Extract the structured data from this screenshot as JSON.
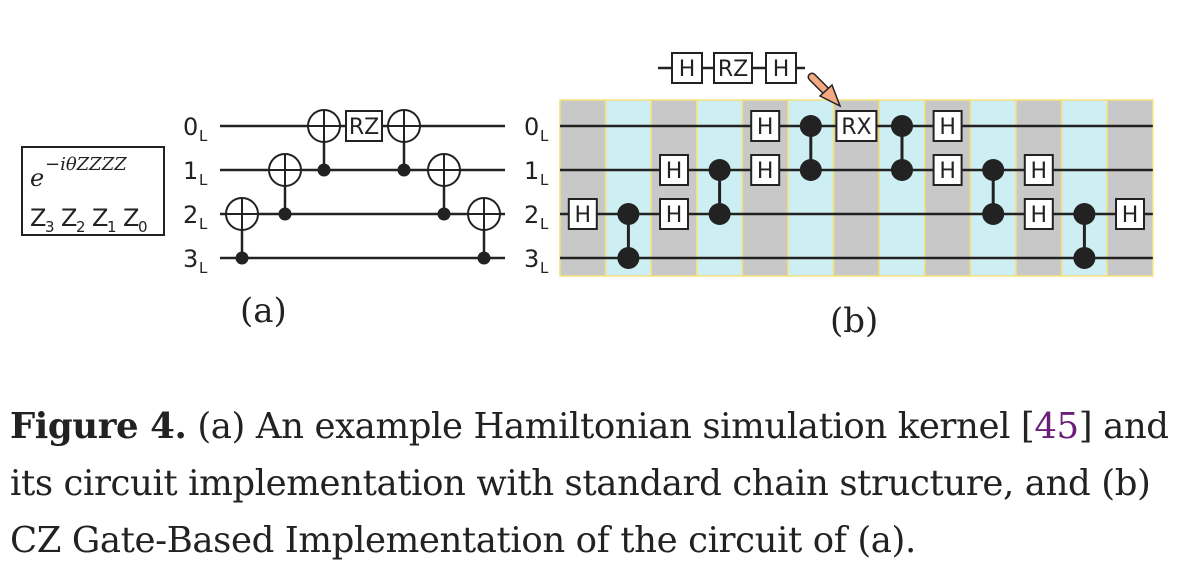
{
  "figure": {
    "formula": {
      "exp_base": "e",
      "exp_power": "−iθZZZZ",
      "pauli_letters": [
        "Z",
        "Z",
        "Z",
        "Z"
      ],
      "pauli_indices": [
        "3",
        "2",
        "1",
        "0"
      ]
    },
    "panel_a": {
      "label": "(a)",
      "qubits": [
        {
          "num": "0",
          "sub": "L"
        },
        {
          "num": "1",
          "sub": "L"
        },
        {
          "num": "2",
          "sub": "L"
        },
        {
          "num": "3",
          "sub": "L"
        }
      ],
      "gates": [
        {
          "type": "cnot",
          "col": 0,
          "control": 3,
          "target": 2
        },
        {
          "type": "cnot",
          "col": 1,
          "control": 2,
          "target": 1
        },
        {
          "type": "cnot",
          "col": 2,
          "control": 1,
          "target": 0
        },
        {
          "type": "box",
          "col": 3,
          "qubit": 0,
          "label": "RZ"
        },
        {
          "type": "cnot",
          "col": 4,
          "control": 1,
          "target": 0
        },
        {
          "type": "cnot",
          "col": 5,
          "control": 2,
          "target": 1
        },
        {
          "type": "cnot",
          "col": 6,
          "control": 3,
          "target": 2
        }
      ]
    },
    "panel_b": {
      "label": "(b)",
      "qubits": [
        {
          "num": "0",
          "sub": "L"
        },
        {
          "num": "1",
          "sub": "L"
        },
        {
          "num": "2",
          "sub": "L"
        },
        {
          "num": "3",
          "sub": "L"
        }
      ],
      "column_shades": [
        "gray",
        "cyan",
        "gray",
        "cyan",
        "gray",
        "cyan",
        "gray",
        "cyan",
        "gray",
        "cyan",
        "gray",
        "cyan",
        "gray"
      ],
      "gates": [
        {
          "type": "box",
          "col": 0,
          "qubit": 2,
          "label": "H"
        },
        {
          "type": "cz",
          "col": 1,
          "qubits": [
            2,
            3
          ]
        },
        {
          "type": "box",
          "col": 2,
          "qubit": 1,
          "label": "H"
        },
        {
          "type": "box",
          "col": 2,
          "qubit": 2,
          "label": "H"
        },
        {
          "type": "cz",
          "col": 3,
          "qubits": [
            1,
            2
          ]
        },
        {
          "type": "box",
          "col": 4,
          "qubit": 0,
          "label": "H"
        },
        {
          "type": "box",
          "col": 4,
          "qubit": 1,
          "label": "H"
        },
        {
          "type": "cz",
          "col": 5,
          "qubits": [
            0,
            1
          ]
        },
        {
          "type": "box",
          "col": 6,
          "qubit": 0,
          "label": "RX"
        },
        {
          "type": "cz",
          "col": 7,
          "qubits": [
            0,
            1
          ]
        },
        {
          "type": "box",
          "col": 8,
          "qubit": 0,
          "label": "H"
        },
        {
          "type": "box",
          "col": 8,
          "qubit": 1,
          "label": "H"
        },
        {
          "type": "cz",
          "col": 9,
          "qubits": [
            1,
            2
          ]
        },
        {
          "type": "box",
          "col": 10,
          "qubit": 1,
          "label": "H"
        },
        {
          "type": "box",
          "col": 10,
          "qubit": 2,
          "label": "H"
        },
        {
          "type": "cz",
          "col": 11,
          "qubits": [
            2,
            3
          ]
        },
        {
          "type": "box",
          "col": 12,
          "qubit": 2,
          "label": "H"
        }
      ],
      "equivalence_gates": [
        "H",
        "RZ",
        "H"
      ],
      "colors": {
        "gray": "#c8c8c8",
        "cyan": "#cdeff3",
        "border": "#f3e27a",
        "arrow": "#f4a983"
      }
    }
  },
  "caption": {
    "label": "Figure 4.",
    "text_before_cite": " (a) An example Hamiltonian simulation kernel [",
    "cite": "45",
    "text_after_cite": "] and its circuit implementation with standard chain structure, and (b) CZ Gate-Based Implementation of the circuit of (a)."
  }
}
